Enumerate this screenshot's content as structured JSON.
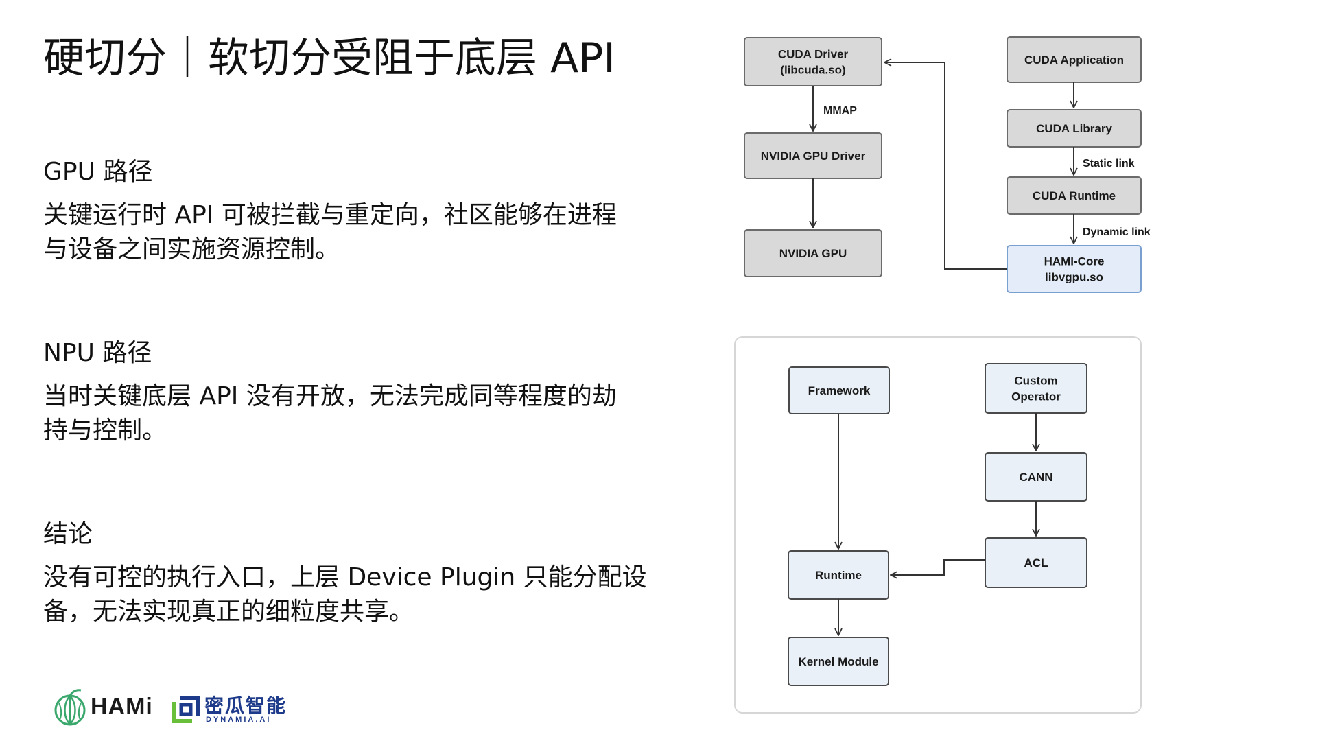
{
  "title": "硬切分｜软切分受阻于底层  API",
  "sections": {
    "gpu": {
      "heading": "GPU  路径",
      "body": [
        "关键运行时  API  可被拦截与重定向，社区能够在进程",
        "与设备之间实施资源控制。"
      ]
    },
    "npu": {
      "heading": "NPU  路径",
      "body": [
        "当时关键底层  API  没有开放，无法完成同等程度的劫",
        "持与控制。"
      ]
    },
    "conclusion": {
      "heading": "结论",
      "body": [
        "没有可控的执行入口，上层  Device Plugin  只能分配设",
        "备，无法实现真正的细粒度共享。"
      ]
    }
  },
  "gpu_diagram": {
    "nodes": {
      "cuda_driver": [
        "CUDA Driver",
        "(libcuda.so)"
      ],
      "nvidia_gpu_driver": [
        "NVIDIA GPU Driver"
      ],
      "nvidia_gpu": [
        "NVIDIA GPU"
      ],
      "cuda_application": [
        "CUDA Application"
      ],
      "cuda_library": [
        "CUDA Library"
      ],
      "cuda_runtime": [
        "CUDA Runtime"
      ],
      "hami_core": [
        "HAMI-Core",
        "libvgpu.so"
      ]
    },
    "edge_labels": {
      "mmap": "MMAP",
      "static_link": "Static link",
      "dynamic_link": "Dynamic link"
    }
  },
  "npu_diagram": {
    "nodes": {
      "framework": [
        "Framework"
      ],
      "custom_operator": [
        "Custom",
        "Operator"
      ],
      "cann": [
        "CANN"
      ],
      "acl": [
        "ACL"
      ],
      "runtime": [
        "Runtime"
      ],
      "kernel_module": [
        "Kernel Module"
      ]
    }
  },
  "logos": {
    "hami": "HAMi",
    "dynamia_cn": "密瓜智能",
    "dynamia_en": "DYNAMIA.AI"
  },
  "colors": {
    "gray_box_fill": "#d9d9d9",
    "gray_box_stroke": "#6b6b6b",
    "highlight_box_fill": "#e3ecf8",
    "highlight_box_stroke": "#7aa0d0",
    "npu_box_fill": "#eaf0f8",
    "npu_box_stroke": "#4a4a4a",
    "arrow": "#333333",
    "hami_green": "#3aa76d",
    "dynamia_green": "#6abf3a",
    "dynamia_blue": "#1e3a8a"
  }
}
